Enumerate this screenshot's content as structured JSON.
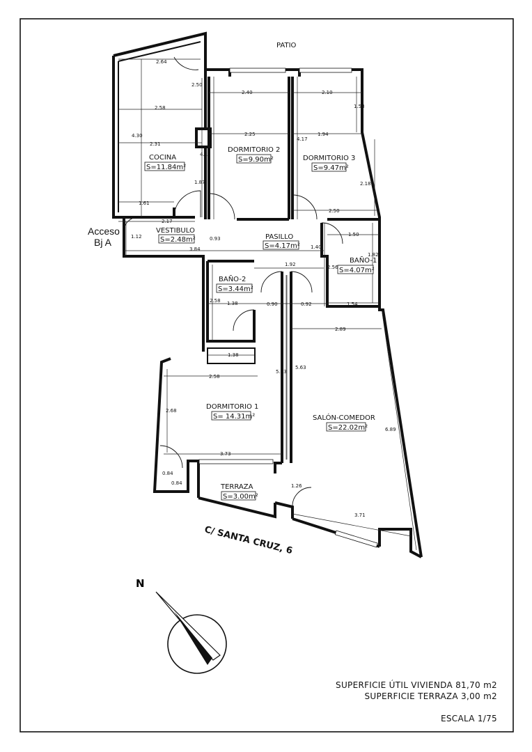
{
  "patio_label": "PATIO",
  "street_label": "C/ SANTA CRUZ, 6",
  "access": {
    "line1": "Acceso",
    "line2": "Bj  A"
  },
  "north_label": "N",
  "rooms": {
    "cocina": {
      "name": "COCINA",
      "area": "S=11.84m²"
    },
    "dormitorio2": {
      "name": "DORMITORIO  2",
      "area": "S=9.90m²"
    },
    "dormitorio3": {
      "name": "DORMITORIO  3",
      "area": "S=9.47m²"
    },
    "vestibulo": {
      "name": "VESTIBULO",
      "area": "S=2.48m²"
    },
    "pasillo": {
      "name": "PASILLO",
      "area": "S=4.17m²"
    },
    "bano1": {
      "name": "BAÑO-1",
      "area": "S=4.07m²"
    },
    "bano2": {
      "name": "BAÑO-2",
      "area": "S=3.44m²"
    },
    "dormitorio1": {
      "name": "DORMITORIO  1",
      "area": "S= 14.31m²"
    },
    "salon": {
      "name": "SALÓN-COMEDOR",
      "area": "S=22.02m²"
    },
    "terraza": {
      "name": "TERRAZA",
      "area": "S=3.00m²"
    }
  },
  "dimensions": {
    "d264": "2.64",
    "d250": "2.50",
    "d258": "2.58",
    "d430": "4.30",
    "d231": "2.31",
    "d161": "1.61",
    "d187": "1.87",
    "d217": "2.17",
    "d112": "1.12",
    "d384": "3.84",
    "d093": "0.93",
    "d240": "2.40",
    "d225": "2.25",
    "d417a": "4.17",
    "d417b": "4.17",
    "d210": "2.10",
    "d158": "1.58",
    "d194": "1.94",
    "d218": "2.18",
    "d250b": "2.50",
    "d150": "1.50",
    "d182": "1.82",
    "d140": "1.40",
    "d192": "1.92",
    "d256": "2.56",
    "d154": "1.54",
    "d258b": "2.58",
    "d138a": "1.38",
    "d090": "0.90",
    "d092": "0.92",
    "d289": "2.89",
    "d138b": "1.38",
    "d258c": "2.58",
    "d573": "5.73",
    "d563": "5.63",
    "d268": "2.68",
    "d689": "6.89",
    "d373": "3.73",
    "d084a": "0.84",
    "d084b": "0.84",
    "d126": "1.26",
    "d371": "3.71"
  },
  "footer": {
    "sup_util": "SUPERFICIE ÚTIL VIVIENDA 81,70  m2",
    "sup_terraza": "SUPERFICIE TERRAZA 3,00  m2",
    "escala": "ESCALA  1/75"
  }
}
